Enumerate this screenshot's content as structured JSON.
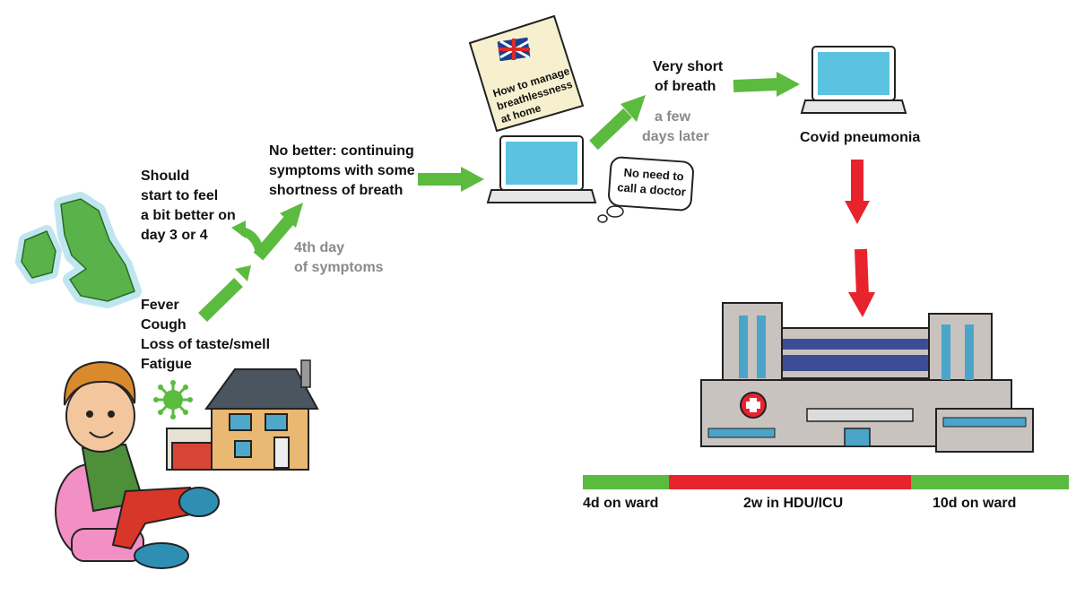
{
  "labels": {
    "should_feel_better": [
      "Should",
      "start to feel",
      "a bit better on",
      "day 3 or 4"
    ],
    "symptoms": [
      "Fever",
      "Cough",
      "Loss of taste/smell",
      "Fatigue"
    ],
    "no_better": [
      "No better: continuing",
      "symptoms with some",
      "shortness of breath"
    ],
    "fourth_day": [
      "4th day",
      "of symptoms"
    ],
    "leaflet": [
      "How to manage",
      "breathlessness",
      "at home"
    ],
    "no_need_doctor": [
      "No need to",
      "call a doctor"
    ],
    "very_short": [
      "Very short",
      "of breath"
    ],
    "few_days_later": [
      "a few",
      "days later"
    ],
    "covid_pneumonia": "Covid pneumonia"
  },
  "timeline": [
    {
      "label": "4d on ward",
      "color": "#5bbb3f"
    },
    {
      "label": "2w in HDU/ICU",
      "color": "#e8232d"
    },
    {
      "label": "10d on ward",
      "color": "#5bbb3f"
    }
  ],
  "colors": {
    "green_arrow": "#5bbb3f",
    "red_arrow": "#e8232d",
    "screen": "#5bc2e0"
  },
  "icons": [
    "uk-map-icon",
    "person-icon",
    "virus-icon",
    "house-icon",
    "laptop-icon",
    "uk-flag-icon",
    "hospital-icon"
  ]
}
